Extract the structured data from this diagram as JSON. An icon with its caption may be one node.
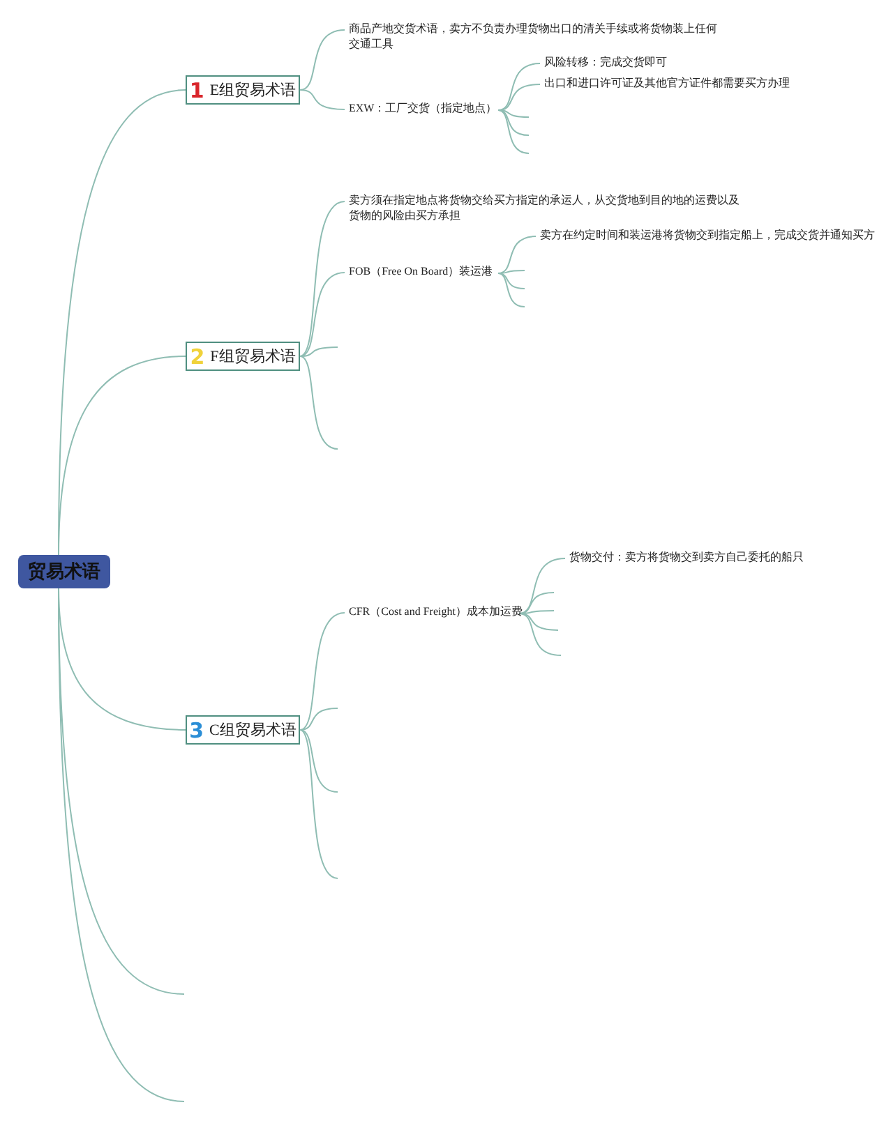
{
  "diagram": {
    "nodes": [
      {
        "text": [
          "贸易术语"
        ]
      },
      {
        "text": [
          "1",
          "E组贸易术语"
        ]
      },
      {
        "text": [
          "商品产地交货术语，卖方不负责办理货物出口的清关手续或将货物装上任何交通工具"
        ]
      },
      {
        "text": [
          "EXW：工厂交货（指定地点）"
        ]
      },
      {
        "text": [
          "风险转移：完成交货即可"
        ]
      },
      {
        "text": [
          "出口和进口许可证及其他官方证件都需要买方办理"
        ]
      },
      {
        "text": [
          "2",
          "F组贸易术语"
        ]
      },
      {
        "text": [
          "卖方须在指定地点将货物交给买方指定的承运人，从交货地到目的地的运费以及货物的风险由买方承担"
        ]
      },
      {
        "text": [
          "FOB（Free On Board）装运港"
        ]
      },
      {
        "text": [
          "卖方在约定时间和装运港将货物交到指定船上，完成交货并通知买方"
        ]
      },
      {
        "text": [
          "3",
          "C组贸易术语"
        ]
      },
      {
        "text": [
          "CFR（Cost and Freight）成本加运费"
        ]
      },
      {
        "text": [
          "货物交付：卖方将货物交到卖方自己委托的船只"
        ]
      }
    ],
    "edges": [
      {
        "from": 0,
        "to": 1,
        "arrow": "none"
      },
      {
        "from": 1,
        "to": 2,
        "arrow": "none"
      },
      {
        "from": 1,
        "to": 3,
        "arrow": "none"
      },
      {
        "from": 3,
        "to": 4,
        "arrow": "none"
      },
      {
        "from": 3,
        "to": 5,
        "arrow": "none"
      },
      {
        "from": 3,
        "to": null,
        "arrow": "none"
      },
      {
        "from": 3,
        "to": null,
        "arrow": "none"
      },
      {
        "from": 3,
        "to": null,
        "arrow": "none"
      },
      {
        "from": 0,
        "to": 6,
        "arrow": "none"
      },
      {
        "from": 6,
        "to": 7,
        "arrow": "none"
      },
      {
        "from": 6,
        "to": 8,
        "arrow": "none"
      },
      {
        "from": 8,
        "to": 9,
        "arrow": "none"
      },
      {
        "from": 8,
        "to": null,
        "arrow": "none"
      },
      {
        "from": 8,
        "to": null,
        "arrow": "none"
      },
      {
        "from": 8,
        "to": null,
        "arrow": "none"
      },
      {
        "from": 6,
        "to": null,
        "arrow": "none"
      },
      {
        "from": 6,
        "to": null,
        "arrow": "none"
      },
      {
        "from": 0,
        "to": 10,
        "arrow": "none"
      },
      {
        "from": 10,
        "to": 11,
        "arrow": "none"
      },
      {
        "from": 11,
        "to": 12,
        "arrow": "none"
      },
      {
        "from": 11,
        "to": null,
        "arrow": "none"
      },
      {
        "from": 11,
        "to": null,
        "arrow": "none"
      },
      {
        "from": 11,
        "to": null,
        "arrow": "none"
      },
      {
        "from": 11,
        "to": null,
        "arrow": "none"
      },
      {
        "from": 10,
        "to": null,
        "arrow": "none"
      },
      {
        "from": 10,
        "to": null,
        "arrow": "none"
      },
      {
        "from": 10,
        "to": null,
        "arrow": "none"
      },
      {
        "from": 0,
        "to": null,
        "arrow": "none"
      },
      {
        "from": 0,
        "to": null,
        "arrow": "none"
      }
    ]
  }
}
